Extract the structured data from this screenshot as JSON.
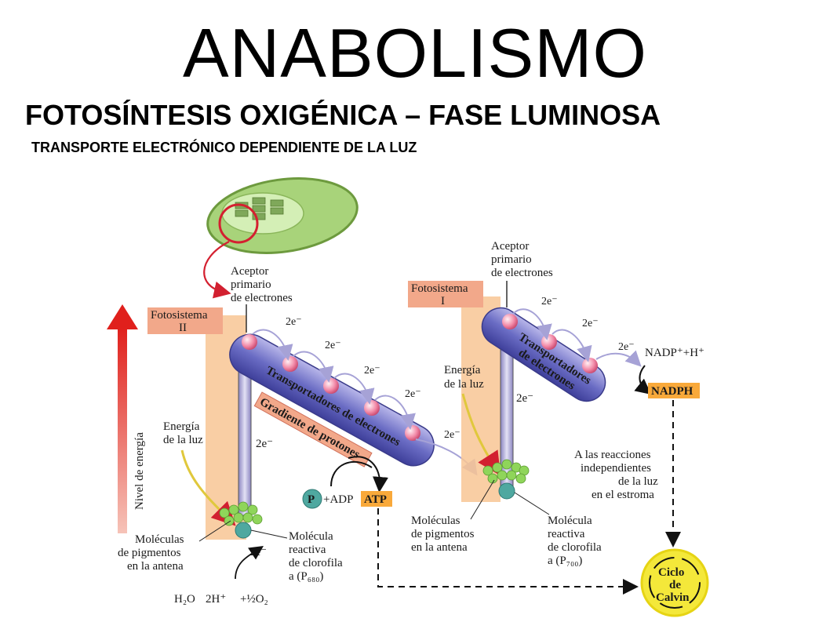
{
  "header": {
    "title": "ANABOLISMO",
    "subtitle": "FOTOSÍNTESIS OXIGÉNICA – FASE LUMINOSA",
    "subsubtitle": "TRANSPORTE ELECTRÓNICO DEPENDIENTE DE LA LUZ"
  },
  "diagram": {
    "energy_axis": "Nivel de energía",
    "ps2": {
      "label_line1": "Fotosistema",
      "label_line2": "II",
      "acceptor": [
        "Aceptor",
        "primario",
        "de electrones"
      ],
      "light": [
        "Energía",
        "de la luz"
      ],
      "pigments": [
        "Moléculas",
        "de pigmentos",
        "en la antena"
      ],
      "reactive": [
        "Molécula",
        "reactiva",
        "de clorofila",
        "a (P₆₈₀)"
      ],
      "two_e": "2e⁻",
      "water_h2o": "H₂O",
      "water_2h": "2H⁺",
      "water_o2": "+½O₂"
    },
    "chain1": {
      "label": "Transportadores de electrones",
      "gradient": "Gradiente de protones",
      "steps": [
        "2e⁻",
        "2e⁻",
        "2e⁻",
        "2e⁻",
        "2e⁻"
      ]
    },
    "atp": {
      "p": "P",
      "adp": "+ADP",
      "atp": "ATP"
    },
    "ps1": {
      "label_line1": "Fotosistema",
      "label_line2": "I",
      "acceptor": [
        "Aceptor",
        "primario",
        "de electrones"
      ],
      "light": [
        "Energía",
        "de la luz"
      ],
      "pigments": [
        "Moléculas",
        "de pigmentos",
        "en la antena"
      ],
      "reactive": [
        "Molécula",
        "reactiva",
        "de clorofila",
        "a (P₇₀₀)"
      ],
      "two_e": "2e⁻"
    },
    "chain2": {
      "label_line1": "Transportadores",
      "label_line2": "de electrones",
      "steps": [
        "2e⁻",
        "2e⁻",
        "2e⁻"
      ]
    },
    "nadp": "NADP⁺+H⁺",
    "nadph": "NADPH",
    "dark": [
      "A las reacciones",
      "independientes",
      "de la luz",
      "en el estroma"
    ],
    "calvin": [
      "Ciclo",
      "de",
      "Calvin"
    ]
  }
}
